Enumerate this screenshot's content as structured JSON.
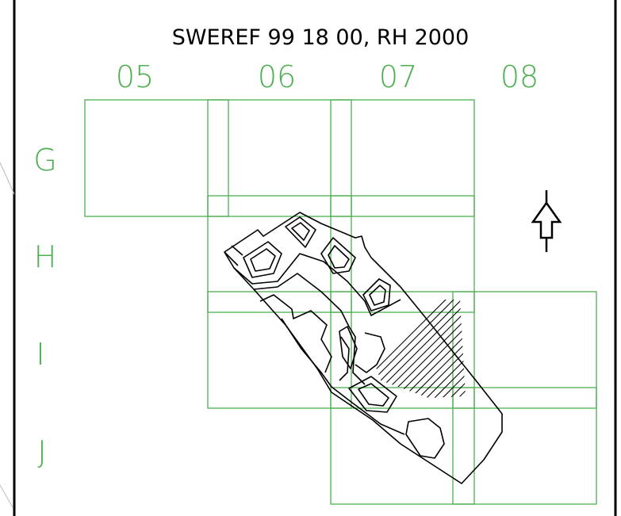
{
  "title": "SWEREF 99 18 00, RH 2000",
  "columns": [
    "05",
    "06",
    "07",
    "08"
  ],
  "rows": [
    "G",
    "H",
    "I",
    "J"
  ],
  "colors": {
    "grid": "#4caf50",
    "linework": "#000000",
    "background": "#ffffff"
  },
  "icons": {
    "north_arrow": "north-arrow-icon"
  }
}
